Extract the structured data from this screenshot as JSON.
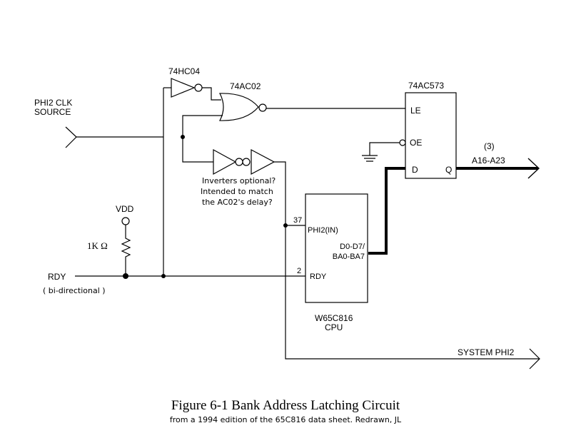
{
  "diagram": {
    "inputs": {
      "phi2_clk_source_line1": "PHI2 CLK",
      "phi2_clk_source_line2": "SOURCE",
      "rdy": "RDY",
      "rdy_note": "( bi-directional )"
    },
    "components": {
      "inverter": "74HC04",
      "nor_gate": "74AC02",
      "latch": {
        "name": "74AC573",
        "pin_le": "LE",
        "pin_oe": "OE",
        "pin_d": "D",
        "pin_q": "Q"
      },
      "cpu": {
        "name_line1": "W65C816",
        "name_line2": "CPU",
        "pin_phi2": "PHI2(IN)",
        "pin_phi2_num": "37",
        "pin_data_line1": "D0-D7/",
        "pin_data_line2": "BA0-BA7",
        "pin_rdy": "RDY",
        "pin_rdy_num": "2"
      },
      "vdd": "VDD",
      "resistor": "1K  Ω"
    },
    "annotations": {
      "inverters_note_line1": "Inverters optional?",
      "inverters_note_line2": "Intended to match",
      "inverters_note_line3": "the AC02's delay?"
    },
    "outputs": {
      "address_count": "(3)",
      "address_bus": "A16-A23",
      "system_phi2": "SYSTEM  PHI2"
    },
    "caption": {
      "title": "Figure 6-1  Bank Address Latching Circuit",
      "subtitle": "from a 1994 edition of the 65C816 data sheet. Redrawn, JL"
    }
  }
}
